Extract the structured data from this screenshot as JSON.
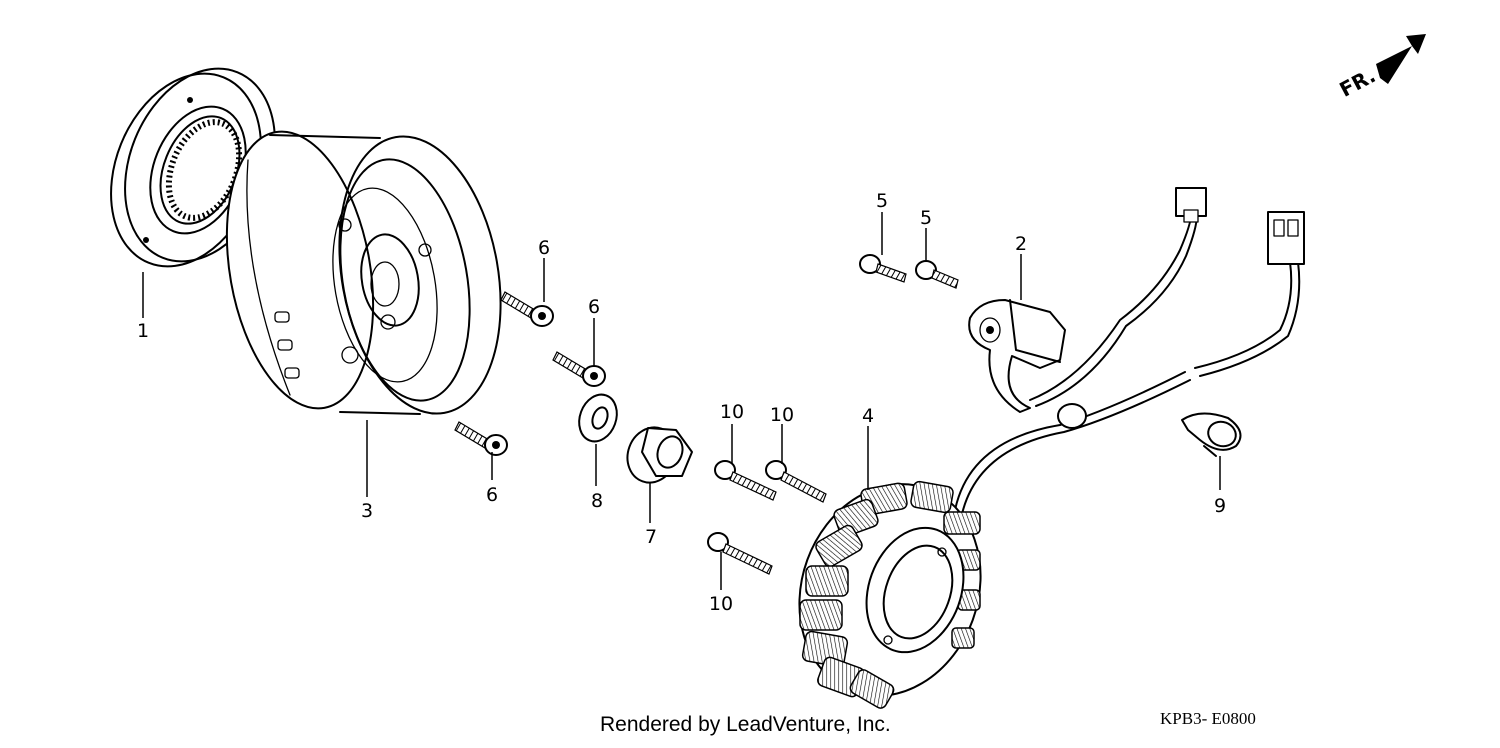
{
  "orientation": {
    "label": "FR."
  },
  "callouts": [
    {
      "id": "1",
      "label": "1"
    },
    {
      "id": "2",
      "label": "2"
    },
    {
      "id": "3",
      "label": "3"
    },
    {
      "id": "4",
      "label": "4"
    },
    {
      "id": "5a",
      "label": "5"
    },
    {
      "id": "5b",
      "label": "5"
    },
    {
      "id": "6a",
      "label": "6"
    },
    {
      "id": "6b",
      "label": "6"
    },
    {
      "id": "6c",
      "label": "6"
    },
    {
      "id": "7",
      "label": "7"
    },
    {
      "id": "8",
      "label": "8"
    },
    {
      "id": "9",
      "label": "9"
    },
    {
      "id": "10a",
      "label": "10"
    },
    {
      "id": "10b",
      "label": "10"
    },
    {
      "id": "10c",
      "label": "10"
    }
  ],
  "footer": {
    "credit": "Rendered by LeadVenture, Inc.",
    "diagram_code": "KPB3- E0800"
  }
}
